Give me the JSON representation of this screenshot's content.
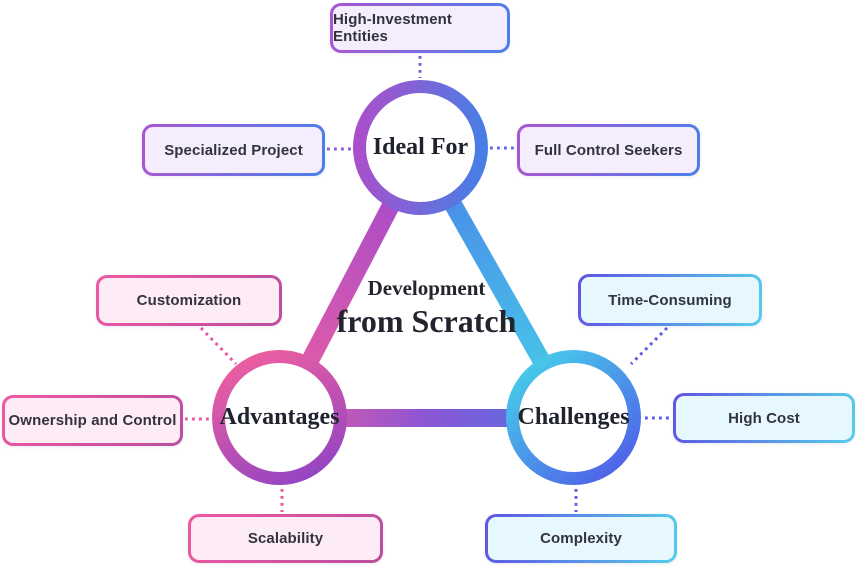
{
  "diagram": {
    "center_title_line1": "Development",
    "center_title_line2": "from Scratch",
    "nodes": {
      "ideal_for": "Ideal For",
      "advantages": "Advantages",
      "challenges": "Challenges"
    },
    "items": {
      "high_investment": "High-Investment Entities",
      "specialized_project": "Specialized Project",
      "full_control": "Full Control Seekers",
      "customization": "Customization",
      "ownership": "Ownership and Control",
      "scalability": "Scalability",
      "time_consuming": "Time-Consuming",
      "high_cost": "High Cost",
      "complexity": "Complexity"
    },
    "colors": {
      "purple": "#a855d0",
      "blue": "#4a82e8",
      "pink": "#ee5ba0",
      "magenta": "#ba4d9d",
      "cyan": "#4ad2e9",
      "indigo": "#5558e8",
      "purple_box_fill": "#f3edfd",
      "pink_box_fill": "#fdecf6",
      "blue_box_fill": "#e6f7fd",
      "text_dark": "#23252e"
    }
  }
}
